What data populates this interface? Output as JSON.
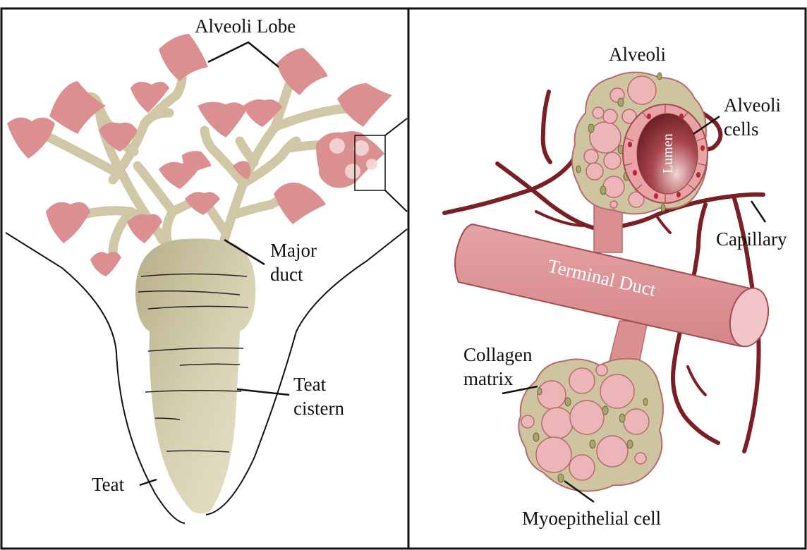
{
  "labels": {
    "alveoli_lobe": "Alveoli Lobe",
    "major_duct_line1": "Major",
    "major_duct_line2": "duct",
    "teat_cistern_line1": "Teat",
    "teat_cistern_line2": "cistern",
    "teat": "Teat",
    "alveoli": "Alveoli",
    "alveoli_cells_line1": "Alveoli",
    "alveoli_cells_line2": "cells",
    "lumen": "Lumen",
    "capillary": "Capillary",
    "terminal_duct": "Terminal Duct",
    "collagen_matrix_line1": "Collagen",
    "collagen_matrix_line2": "matrix",
    "myoepithelial_cell": "Myoepithelial cell"
  },
  "colors": {
    "lobe": "#dc8f91",
    "branch": "#cfc7a6",
    "cistern": "#c9c19d",
    "capillary": "#7a1f24",
    "duct": "#dc8f91",
    "alveolus_cluster": "#cec49f",
    "sac": "#ecb6b8"
  }
}
